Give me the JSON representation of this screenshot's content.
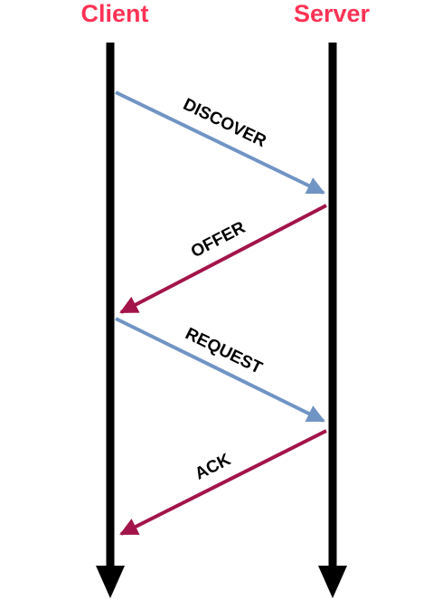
{
  "actors": {
    "client": "Client",
    "server": "Server"
  },
  "messages": [
    {
      "label": "DISCOVER",
      "from": "client",
      "to": "server"
    },
    {
      "label": "OFFER",
      "from": "server",
      "to": "client"
    },
    {
      "label": "REQUEST",
      "from": "client",
      "to": "server"
    },
    {
      "label": "ACK",
      "from": "server",
      "to": "client"
    }
  ],
  "colors": {
    "actor_label": "#ff3355",
    "lifeline": "#000000",
    "client_to_server": "#7094c4",
    "server_to_client": "#a3144a"
  }
}
